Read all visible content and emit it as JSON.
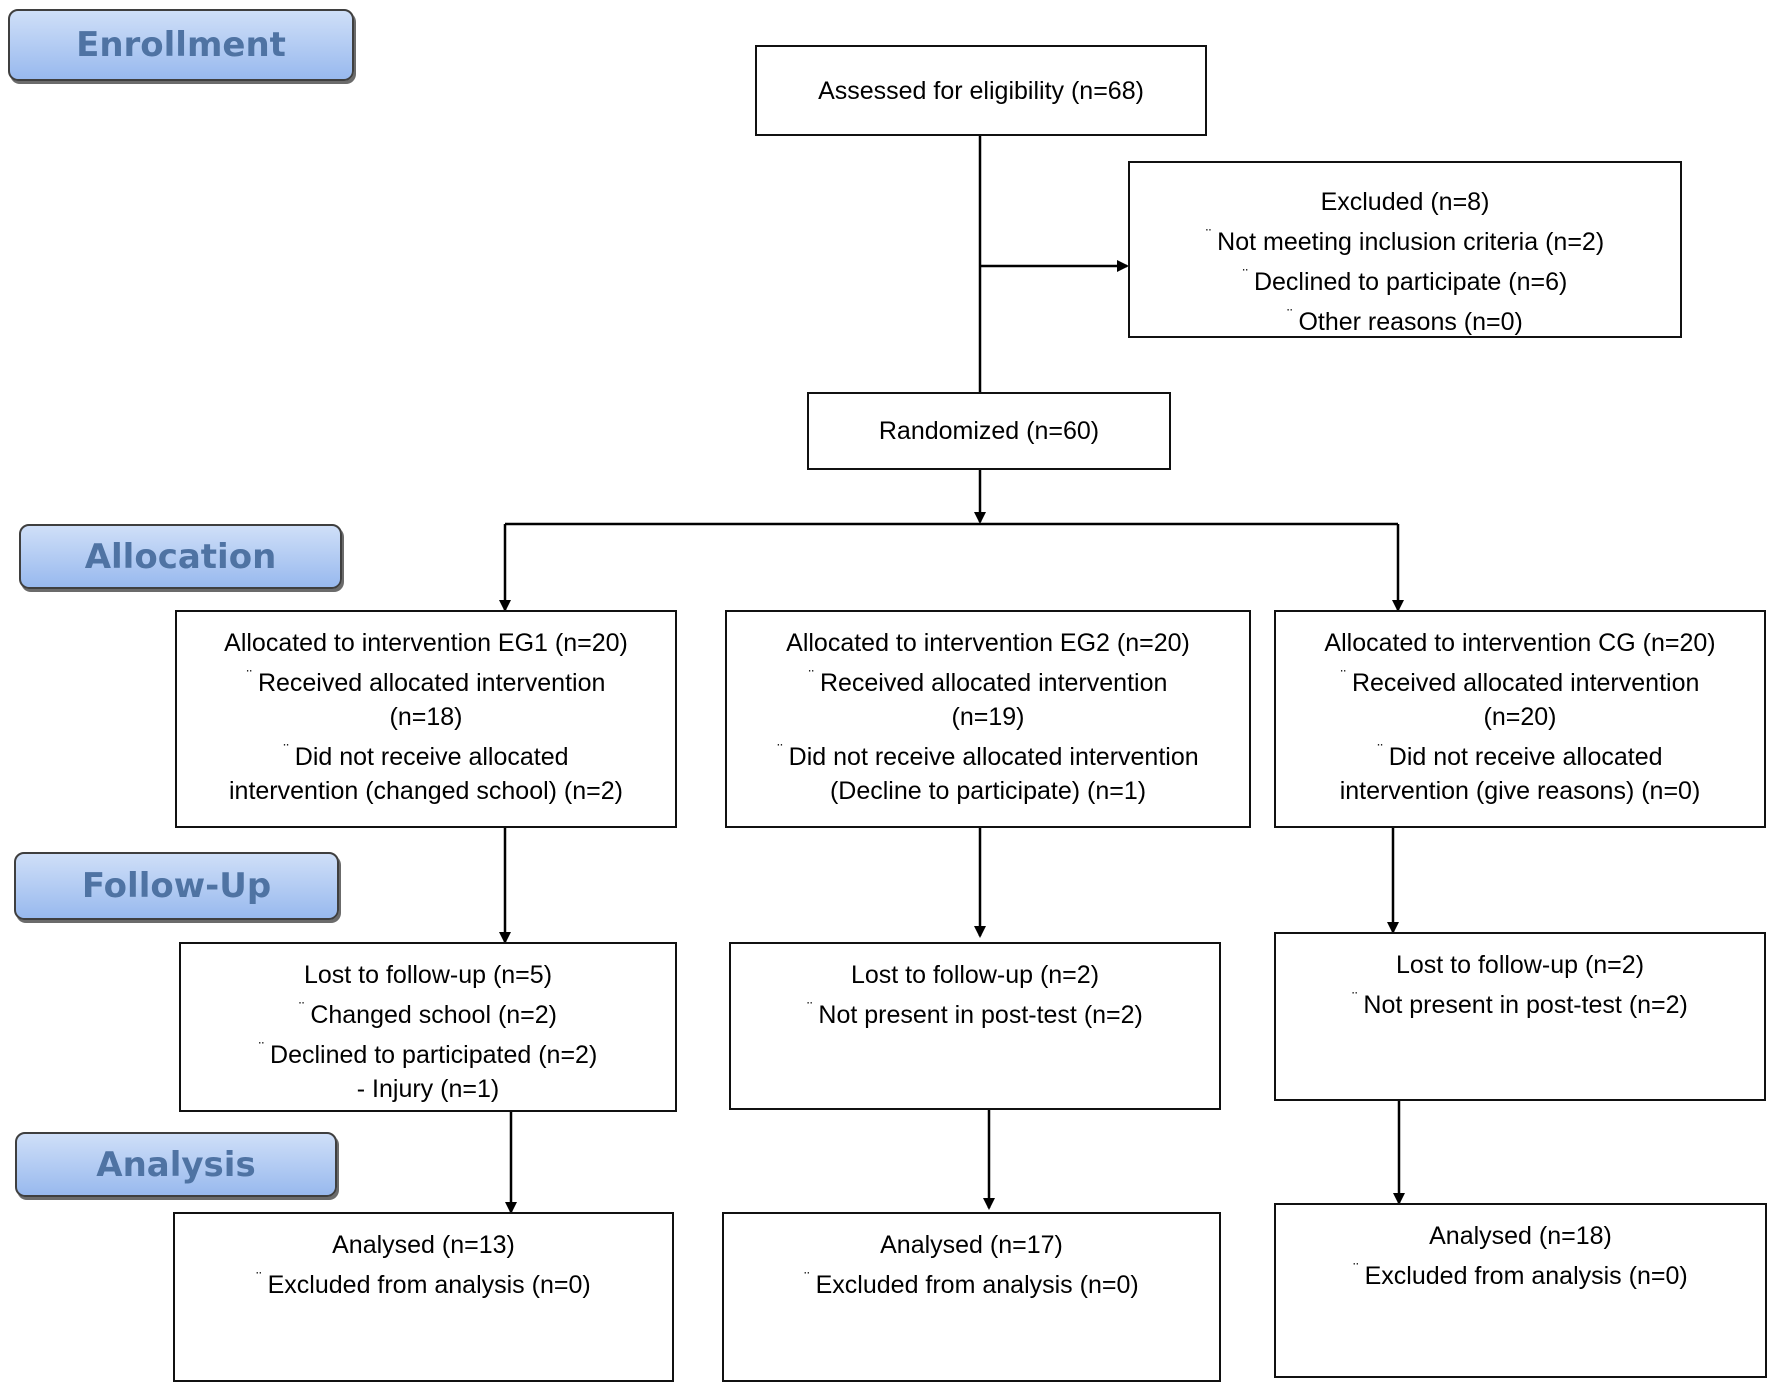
{
  "stages": {
    "enrollment": "Enrollment",
    "allocation": "Allocation",
    "follow_up": "Follow-Up",
    "analysis": "Analysis"
  },
  "bullet_mark": "¨",
  "assessed": "Assessed for eligibility (n=68)",
  "excluded": {
    "title": "Excluded  (n=8)",
    "items": [
      "Not meeting inclusion criteria (n=2)",
      "Declined to participate (n=6)",
      "Other reasons (n=0)"
    ]
  },
  "randomized": "Randomized  (n=60)",
  "allocation": {
    "eg1": {
      "title": "Allocated to intervention EG1 (n=20)",
      "received": "Received allocated intervention",
      "received_n": "(n=18)",
      "not_received": "Did not receive allocated",
      "not_received_detail": "intervention (changed school) (n=2)"
    },
    "eg2": {
      "title": "Allocated to intervention EG2 (n=20)",
      "received": "Received allocated intervention",
      "received_n": "(n=19)",
      "not_received": "Did not receive allocated intervention",
      "not_received_detail": "(Decline to participate) (n=1)"
    },
    "cg": {
      "title": "Allocated to intervention CG (n=20)",
      "received": "Received allocated intervention",
      "received_n": "(n=20)",
      "not_received": "Did not receive allocated",
      "not_received_detail": "intervention (give reasons) (n=0)"
    }
  },
  "follow_up": {
    "eg1": {
      "title": "Lost to follow-up  (n=5)",
      "items": [
        "Changed school (n=2)",
        "Declined to participated (n=2)"
      ],
      "extra": "- Injury (n=1)"
    },
    "eg2": {
      "title": "Lost to follow-up  (n=2)",
      "items": [
        "Not present in post-test (n=2)"
      ]
    },
    "cg": {
      "title": "Lost to follow-up  (n=2)",
      "items": [
        "Not present in post-test (n=2)"
      ]
    }
  },
  "analysis": {
    "eg1": {
      "title": "Analysed  (n=13)",
      "item": "Excluded from analysis (n=0)"
    },
    "eg2": {
      "title": "Analysed  (n=17)",
      "item": "Excluded from analysis (n=0)"
    },
    "cg": {
      "title": "Analysed  (n=18)",
      "item": "Excluded from analysis (n=0)"
    }
  }
}
